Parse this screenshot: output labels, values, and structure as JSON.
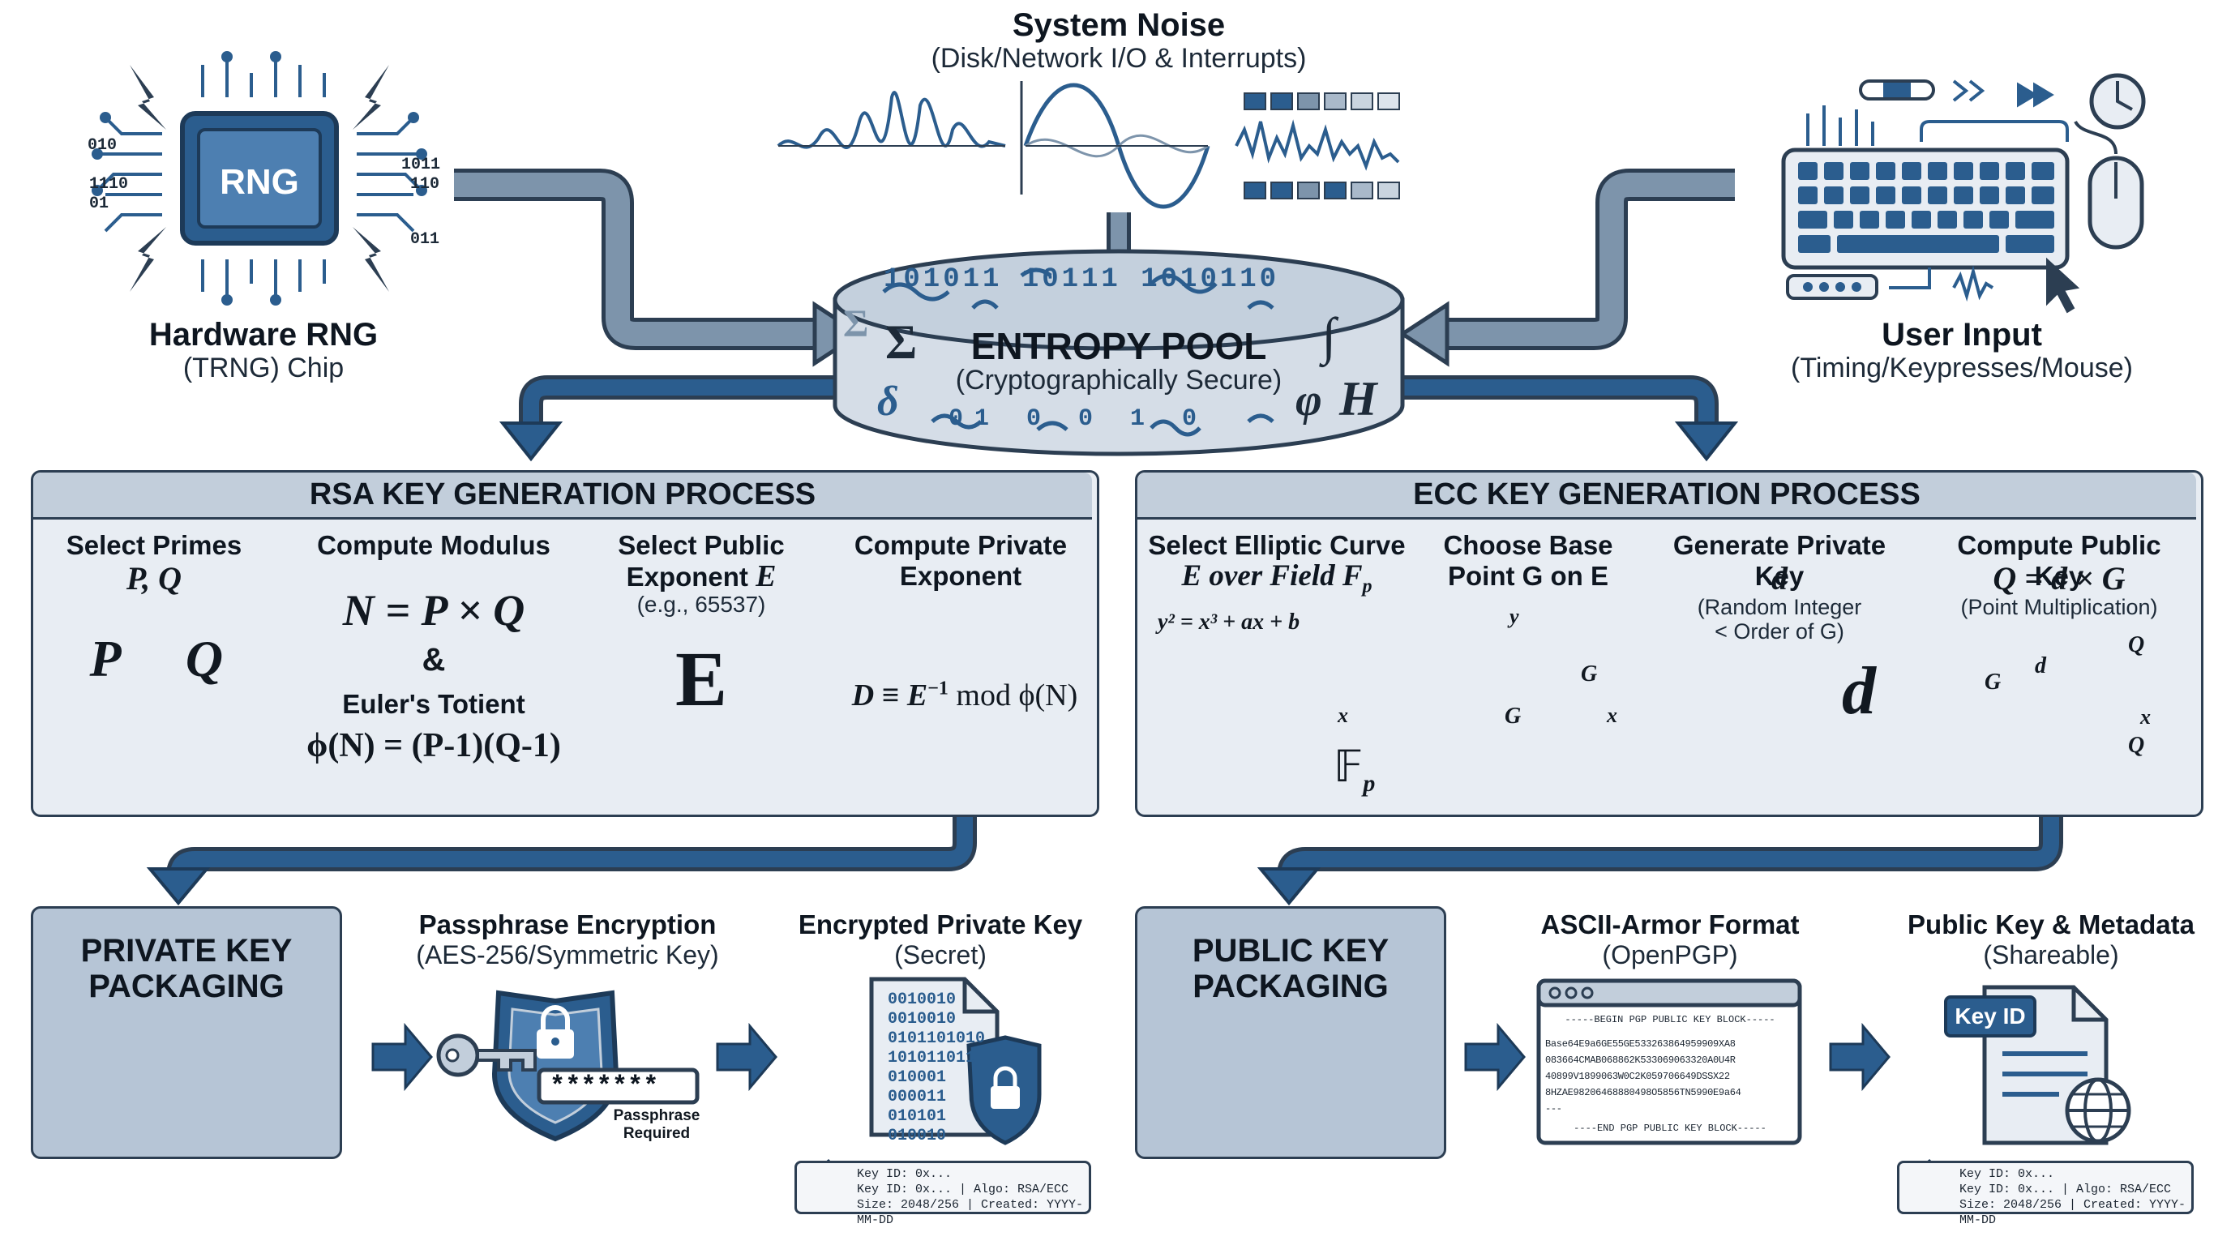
{
  "sources": {
    "hardware": {
      "title": "Hardware RNG",
      "subtitle": "(TRNG) Chip",
      "chip_label": "RNG",
      "bits": [
        "010",
        "1110",
        "01",
        "1011",
        "110",
        "011"
      ]
    },
    "noise": {
      "title": "System Noise",
      "subtitle": "(Disk/Network I/O & Interrupts)"
    },
    "user": {
      "title": "User Input",
      "subtitle": "(Timing/Keypresses/Mouse)"
    }
  },
  "pool": {
    "title": "ENTROPY POOL",
    "subtitle": "(Cryptographically Secure)",
    "glyphs": [
      "Σ",
      "Σ",
      "∫",
      "φ",
      "H",
      "δ"
    ],
    "bits_top": "101011 10111  1010110",
    "bits_bottom": "01    0   0  1 0"
  },
  "rsa": {
    "header": "RSA KEY GENERATION PROCESS",
    "steps": [
      {
        "title": "Select Primes",
        "formula": "P, Q",
        "p": "P",
        "q": "Q"
      },
      {
        "title": "Compute Modulus",
        "formula": "N = P × Q",
        "amp": "&",
        "totient_label": "Euler's Totient",
        "totient": "ϕ(N) = (P-1)(Q-1)"
      },
      {
        "title_1": "Select Public",
        "title_2": "Exponent",
        "var": "E",
        "note": "(e.g., 65537)",
        "big": "E"
      },
      {
        "title_1": "Compute Private",
        "title_2": "Exponent",
        "formula_left": "D ≡ E",
        "sup": "−1",
        "formula_right": " mod ϕ(N)"
      }
    ]
  },
  "ecc": {
    "header": "ECC KEY GENERATION PROCESS",
    "steps": [
      {
        "title_1": "Select Elliptic Curve",
        "title_2": "E over Field F",
        "sub": "p",
        "equation": "y² = x³ + ax + b",
        "x": "x",
        "field": "𝔽",
        "field_sub": "p"
      },
      {
        "title_1": "Choose Base",
        "title_2": "Point G on E",
        "y": "y",
        "x": "x",
        "g": "G",
        "g2": "G"
      },
      {
        "title": "Generate Private Key",
        "var": "d",
        "note_1": "(Random Integer",
        "note_2": "< Order of G)",
        "big": "d"
      },
      {
        "title": "Compute Public Key",
        "formula": "Q = d × G",
        "note": "(Point Multiplication)",
        "g": "G",
        "d": "d",
        "q1": "Q",
        "q2": "Q",
        "x": "x"
      }
    ]
  },
  "private_row": {
    "pkg_title_1": "PRIVATE KEY",
    "pkg_title_2": "PACKAGING",
    "step1_title": "Passphrase Encryption",
    "step1_sub": "(AES-256/Symmetric Key)",
    "password": "*******",
    "required_1": "Passphrase",
    "required_2": "Required",
    "step2_title": "Encrypted Private Key",
    "step2_sub": "(Secret)",
    "binary": [
      "0010010",
      "0010010",
      "0101101010",
      "101011011",
      "010001",
      "000011",
      "010101",
      "010010"
    ],
    "card": [
      "Key ID: 0x...",
      "Key ID: 0x... | Algo: RSA/ECC",
      "Size: 2048/256 | Created: YYYY-MM-DD"
    ]
  },
  "public_row": {
    "pkg_title_1": "PUBLIC KEY",
    "pkg_title_2": "PACKAGING",
    "step1_title": "ASCII-Armor Format",
    "step1_sub": "(OpenPGP)",
    "armor_begin": "-----BEGIN PGP PUBLIC KEY BLOCK-----",
    "armor_lines": [
      "Base64E9a6GE55GE533263864959909XA8",
      "083664CMAB068862K533069063320A0U4R",
      "40899V1899063W0C2K059706649DSSX22",
      "8HZAE98206468880498O5856TN5990E9a64",
      "---"
    ],
    "armor_end": "----END PGP PUBLIC KEY BLOCK-----",
    "step2_title": "Public Key & Metadata",
    "step2_sub": "(Shareable)",
    "key_id": "Key ID",
    "card": [
      "Key ID: 0x...",
      "Key ID: 0x... | Algo: RSA/ECC",
      "Size: 2048/256 | Created: YYYY-MM-DD"
    ]
  },
  "colors": {
    "accent": "#2b5d8e",
    "dark": "#2c3e52",
    "panel": "#e8edf3",
    "band": "#c2cedb",
    "pkg": "#b6c5d6"
  }
}
